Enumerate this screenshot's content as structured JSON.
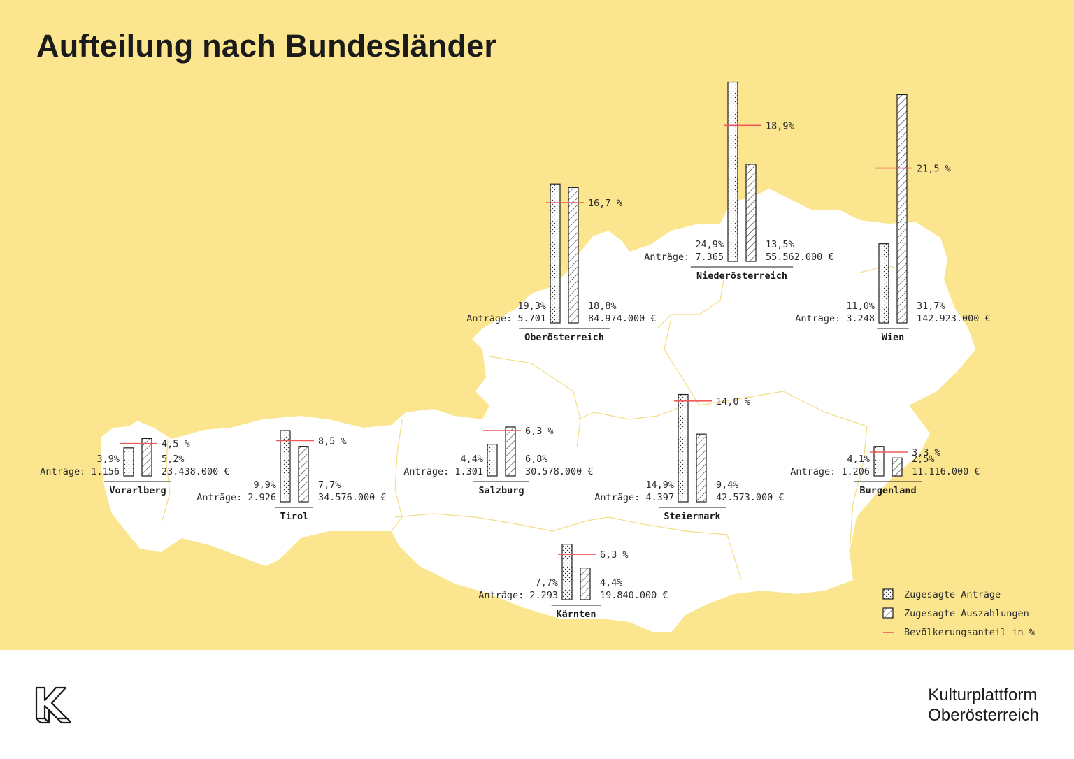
{
  "title": "Aufteilung nach Bundesländer",
  "colors": {
    "background": "#fbe68f",
    "map": "#ffffff",
    "border": "#f3dc86",
    "bar_stroke": "#1f1f1f",
    "population_line": "#ee5a5a"
  },
  "chart_data": {
    "type": "bar",
    "categories": [
      "Vorarlberg",
      "Tirol",
      "Salzburg",
      "Oberösterreich",
      "Niederösterreich",
      "Wien",
      "Steiermark",
      "Kärnten",
      "Burgenland"
    ],
    "series": [
      {
        "name": "Zugesagte Anträge",
        "pattern": "dotted",
        "values": [
          3.9,
          9.9,
          4.4,
          19.3,
          24.9,
          11.0,
          14.9,
          7.7,
          4.1
        ]
      },
      {
        "name": "Zugesagte Auszahlungen",
        "pattern": "hatched",
        "values": [
          5.2,
          7.7,
          6.8,
          18.8,
          13.5,
          31.7,
          9.4,
          4.4,
          2.5
        ]
      },
      {
        "name": "Bevölkerungsanteil in %",
        "pattern": "line",
        "values": [
          4.5,
          8.5,
          6.3,
          16.7,
          18.9,
          21.5,
          14.0,
          6.3,
          3.3
        ]
      }
    ],
    "regions": [
      {
        "name": "Vorarlberg",
        "antraege_pct": "3,9%",
        "antraege_label": "Anträge: 1.156",
        "auszahlungen_pct": "5,2%",
        "auszahlungen_eur": "23.438.000 €",
        "bevoelkerung_pct": "4,5 %"
      },
      {
        "name": "Tirol",
        "antraege_pct": "9,9%",
        "antraege_label": "Anträge: 2.926",
        "auszahlungen_pct": "7,7%",
        "auszahlungen_eur": "34.576.000 €",
        "bevoelkerung_pct": "8,5 %"
      },
      {
        "name": "Salzburg",
        "antraege_pct": "4,4%",
        "antraege_label": "Anträge: 1.301",
        "auszahlungen_pct": "6,8%",
        "auszahlungen_eur": "30.578.000 €",
        "bevoelkerung_pct": "6,3 %"
      },
      {
        "name": "Oberösterreich",
        "antraege_pct": "19,3%",
        "antraege_label": "Anträge: 5.701",
        "auszahlungen_pct": "18,8%",
        "auszahlungen_eur": "84.974.000 €",
        "bevoelkerung_pct": "16,7 %"
      },
      {
        "name": "Niederösterreich",
        "antraege_pct": "24,9%",
        "antraege_label": "Anträge: 7.365",
        "auszahlungen_pct": "13,5%",
        "auszahlungen_eur": "55.562.000 €",
        "bevoelkerung_pct": "18,9%"
      },
      {
        "name": "Wien",
        "antraege_pct": "11,0%",
        "antraege_label": "Anträge: 3.248",
        "auszahlungen_pct": "31,7%",
        "auszahlungen_eur": "142.923.000 €",
        "bevoelkerung_pct": "21,5 %"
      },
      {
        "name": "Steiermark",
        "antraege_pct": "14,9%",
        "antraege_label": "Anträge: 4.397",
        "auszahlungen_pct": "9,4%",
        "auszahlungen_eur": "42.573.000 €",
        "bevoelkerung_pct": "14,0 %"
      },
      {
        "name": "Kärnten",
        "antraege_pct": "7,7%",
        "antraege_label": "Anträge: 2.293",
        "auszahlungen_pct": "4,4%",
        "auszahlungen_eur": "19.840.000 €",
        "bevoelkerung_pct": "6,3 %"
      },
      {
        "name": "Burgenland",
        "antraege_pct": "4,1%",
        "antraege_label": "Anträge: 1.206",
        "auszahlungen_pct": "2,5%",
        "auszahlungen_eur": "11.116.000 €",
        "bevoelkerung_pct": "3,3 %"
      }
    ],
    "legend": [
      {
        "label": "Zugesagte Anträge",
        "pattern": "dotted"
      },
      {
        "label": "Zugesagte Auszahlungen",
        "pattern": "hatched"
      },
      {
        "label": "Bevölkerungsanteil in %",
        "pattern": "line"
      }
    ],
    "legend_position": "bottom-right"
  },
  "brand": {
    "line1": "Kulturplattform",
    "line2": "Oberösterreich",
    "logo_icon": "k-logo-icon"
  }
}
